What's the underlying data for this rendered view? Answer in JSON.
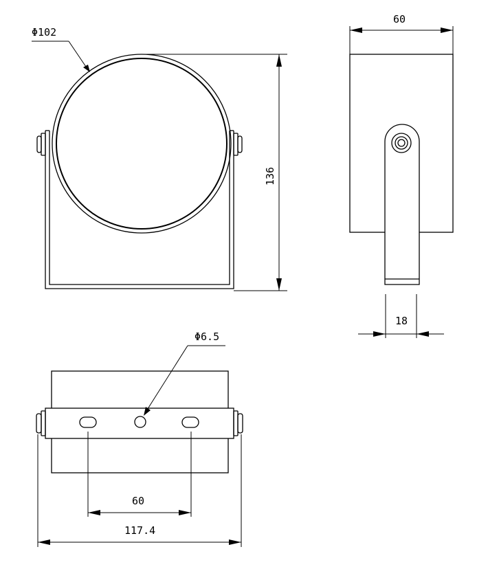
{
  "labels": {
    "front_diameter": "Φ102",
    "front_height": "136",
    "side_width": "60",
    "side_bracket_width": "18",
    "top_hole_diameter": "Φ6.5",
    "top_slot_spacing": "60",
    "top_overall_width": "117.4"
  }
}
